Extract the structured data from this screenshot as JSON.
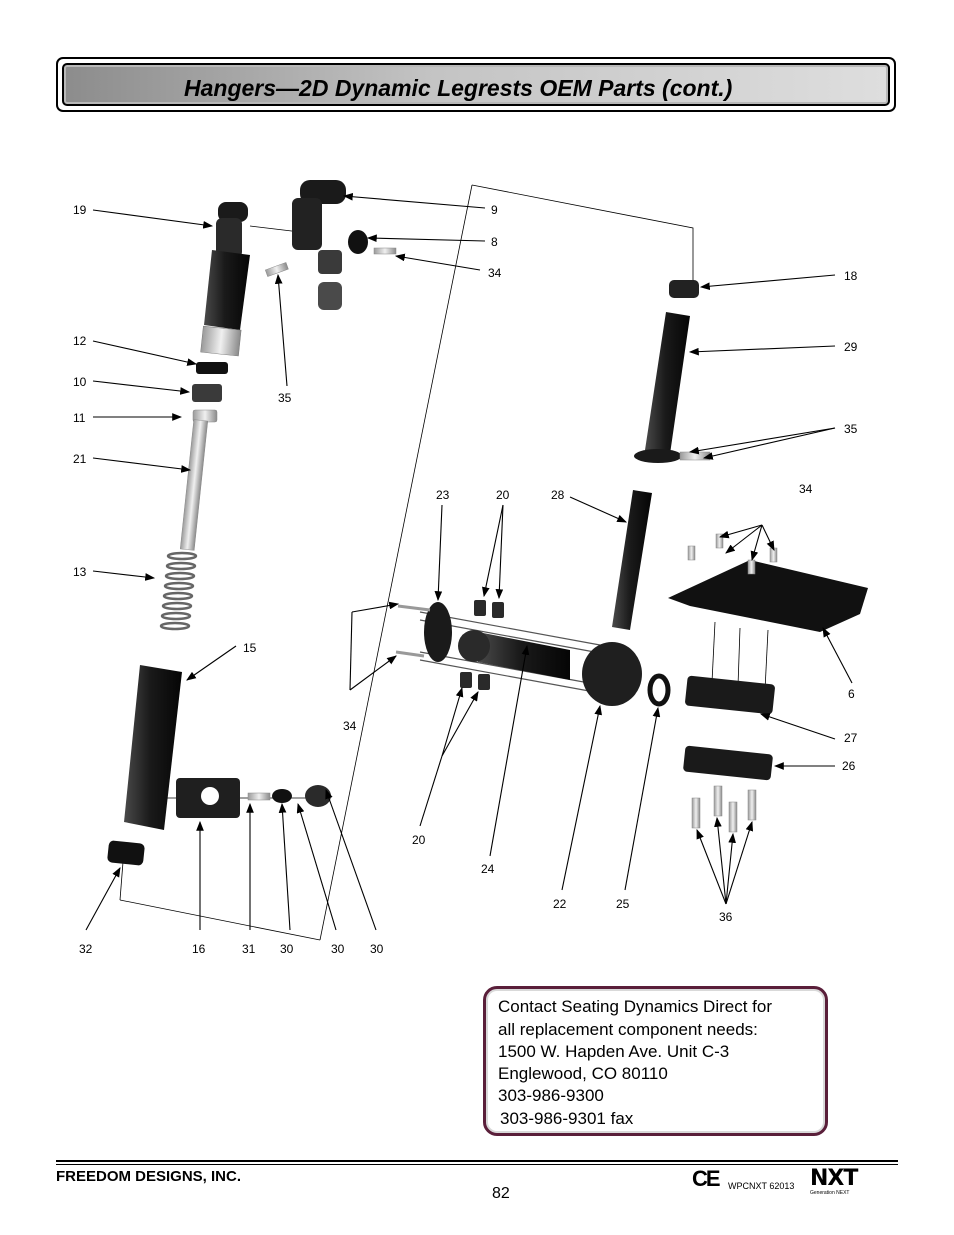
{
  "header": {
    "title": "Hangers—2D Dynamic Legrests OEM Parts (cont.)"
  },
  "callouts": [
    {
      "id": "c19",
      "text": "19"
    },
    {
      "id": "c9",
      "text": "9"
    },
    {
      "id": "c8",
      "text": "8"
    },
    {
      "id": "c34a",
      "text": "34"
    },
    {
      "id": "c18",
      "text": "18"
    },
    {
      "id": "c12",
      "text": "12"
    },
    {
      "id": "c29",
      "text": "29"
    },
    {
      "id": "c10",
      "text": "10"
    },
    {
      "id": "c35a",
      "text": "35"
    },
    {
      "id": "c11",
      "text": "11"
    },
    {
      "id": "c35b",
      "text": "35"
    },
    {
      "id": "c21",
      "text": "21"
    },
    {
      "id": "c34b",
      "text": "34"
    },
    {
      "id": "c23",
      "text": "23"
    },
    {
      "id": "c20a",
      "text": "20"
    },
    {
      "id": "c28",
      "text": "28"
    },
    {
      "id": "c13",
      "text": "13"
    },
    {
      "id": "c15",
      "text": "15"
    },
    {
      "id": "c6",
      "text": "6"
    },
    {
      "id": "c34c",
      "text": "34"
    },
    {
      "id": "c27",
      "text": "27"
    },
    {
      "id": "c26",
      "text": "26"
    },
    {
      "id": "c20b",
      "text": "20"
    },
    {
      "id": "c24",
      "text": "24"
    },
    {
      "id": "c22",
      "text": "22"
    },
    {
      "id": "c25",
      "text": "25"
    },
    {
      "id": "c36",
      "text": "36"
    },
    {
      "id": "c32",
      "text": "32"
    },
    {
      "id": "c16",
      "text": "16"
    },
    {
      "id": "c31",
      "text": "31"
    },
    {
      "id": "c30a",
      "text": "30"
    },
    {
      "id": "c30b",
      "text": "30"
    },
    {
      "id": "c30c",
      "text": "30"
    }
  ],
  "contact": {
    "line1": "Contact Seating Dynamics Direct for",
    "line2": "all replacement component needs:",
    "line3": "1500 W. Hapden Ave. Unit C-3",
    "line4": "Englewood, CO 80110",
    "line5": "303-986-9300",
    "line6": "303-986-9301 fax"
  },
  "footer": {
    "company": "FREEDOM DESIGNS, INC.",
    "page_number": "82",
    "ce_mark": "CE",
    "doc_code": "WPCNXT 62013",
    "logo_text": "NXT",
    "logo_subtext": "Generation NEXT"
  }
}
